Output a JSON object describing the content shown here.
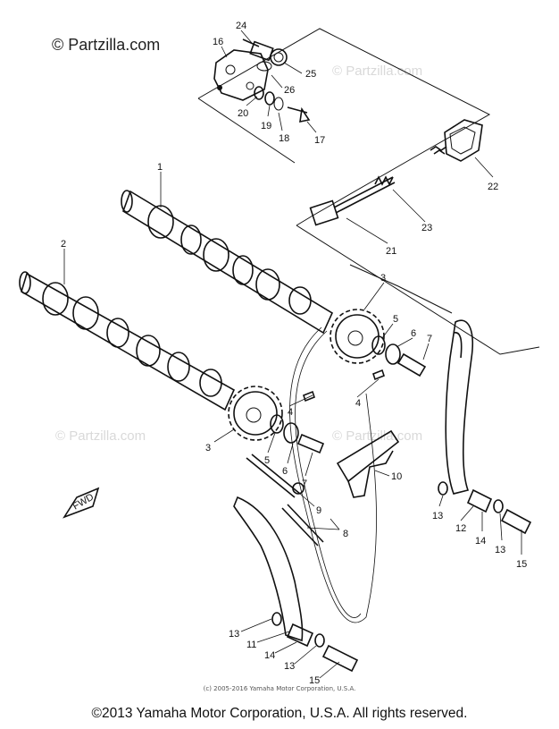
{
  "watermark": {
    "brand": "© Partzilla.com",
    "repeat": "© Partzilla.com"
  },
  "callouts": [
    {
      "id": "c24",
      "label": "24"
    },
    {
      "id": "c16",
      "label": "16"
    },
    {
      "id": "c25",
      "label": "25"
    },
    {
      "id": "c26",
      "label": "26"
    },
    {
      "id": "c20",
      "label": "20"
    },
    {
      "id": "c19",
      "label": "19"
    },
    {
      "id": "c18",
      "label": "18"
    },
    {
      "id": "c17",
      "label": "17"
    },
    {
      "id": "c22",
      "label": "22"
    },
    {
      "id": "c23",
      "label": "23"
    },
    {
      "id": "c21",
      "label": "21"
    },
    {
      "id": "c1",
      "label": "1"
    },
    {
      "id": "c2",
      "label": "2"
    },
    {
      "id": "c3a",
      "label": "3"
    },
    {
      "id": "c5a",
      "label": "5"
    },
    {
      "id": "c6a",
      "label": "6"
    },
    {
      "id": "c7a",
      "label": "7"
    },
    {
      "id": "c4a",
      "label": "4"
    },
    {
      "id": "c4b",
      "label": "4"
    },
    {
      "id": "c3b",
      "label": "3"
    },
    {
      "id": "c5b",
      "label": "5"
    },
    {
      "id": "c6b",
      "label": "6"
    },
    {
      "id": "c7b",
      "label": "7"
    },
    {
      "id": "c10",
      "label": "10"
    },
    {
      "id": "c9",
      "label": "9"
    },
    {
      "id": "c8",
      "label": "8"
    },
    {
      "id": "c13a",
      "label": "13"
    },
    {
      "id": "c12",
      "label": "12"
    },
    {
      "id": "c14a",
      "label": "14"
    },
    {
      "id": "c13b",
      "label": "13"
    },
    {
      "id": "c15a",
      "label": "15"
    },
    {
      "id": "c13c",
      "label": "13"
    },
    {
      "id": "c11",
      "label": "11"
    },
    {
      "id": "c14b",
      "label": "14"
    },
    {
      "id": "c13d",
      "label": "13"
    },
    {
      "id": "c15b",
      "label": "15"
    }
  ],
  "fwd_label": "FWD",
  "copyright_small": "(c) 2005-2016 Yamaha Motor Corporation, U.S.A.",
  "copyright_main": "©2013 Yamaha Motor Corporation, U.S.A. All rights reserved."
}
